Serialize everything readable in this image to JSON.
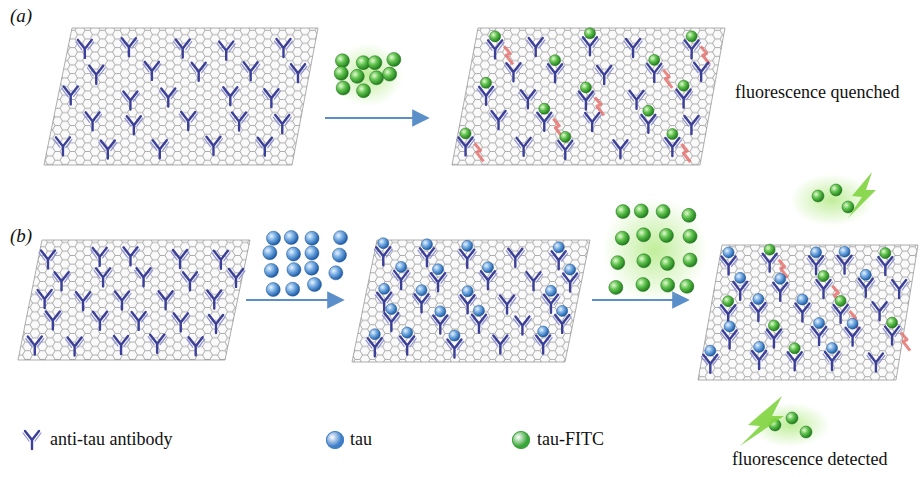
{
  "diagram": {
    "labels": [
      "(a)",
      "fluorescence quenched",
      "(b)",
      "fluorescence detected"
    ],
    "legend": [
      {
        "text": "anti-tau antibody"
      },
      {
        "text": "tau",
        "color": "#3f7fc8"
      },
      {
        "text": "tau-FITC",
        "color": "#3aa53a"
      }
    ]
  }
}
